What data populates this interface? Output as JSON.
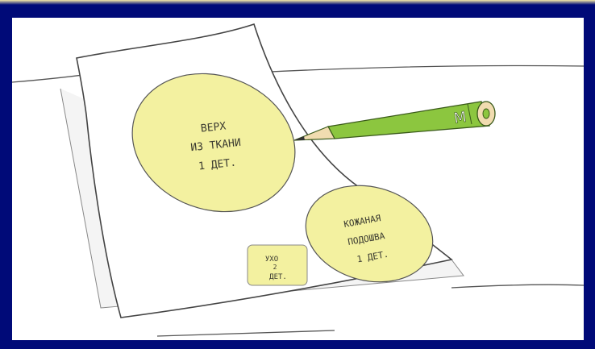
{
  "illustration": {
    "colors": {
      "frame": "#000a78",
      "paper": "#ffffff",
      "oval_fill": "#f3f1a0",
      "pencil": "#8cc63f",
      "ink": "#333333"
    },
    "ovals": [
      {
        "lines": [
          "ВЕРХ",
          "ИЗ ТКАНИ",
          "1 ДЕТ."
        ]
      },
      {
        "lines": [
          "КОЖАНАЯ",
          "ПОДОШВА",
          "1 ДЕТ."
        ]
      }
    ],
    "small_label": {
      "lines": [
        "УХО",
        "2",
        "ДЕТ."
      ]
    },
    "pencil_mark": "М"
  }
}
